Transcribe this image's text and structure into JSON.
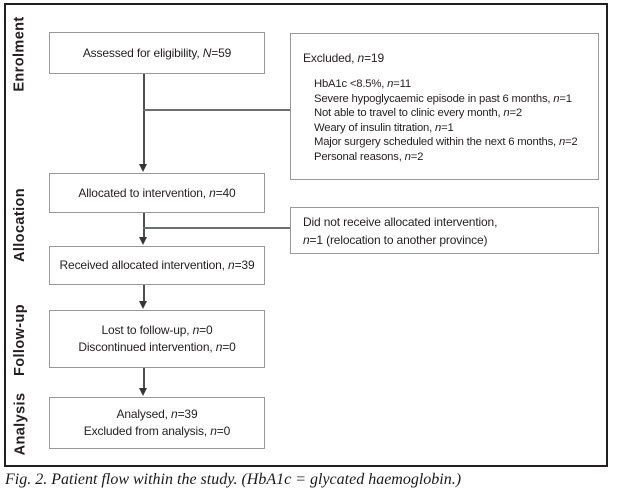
{
  "caption": "Fig. 2. Patient flow within the study. (HbA1c = glycated haemoglobin.)",
  "stages": {
    "enrolment": "Enrolment",
    "allocation": "Allocation",
    "followup": "Follow-up",
    "analysis": "Analysis"
  },
  "boxes": {
    "assessed": {
      "pre": "Assessed for eligibility, ",
      "var": "N",
      "post": "=59"
    },
    "excluded": {
      "title": {
        "pre": "Excluded, ",
        "var": "n",
        "post": "=19"
      },
      "reasons": [
        {
          "pre": "HbA1c <8.5%, ",
          "var": "n",
          "post": "=11"
        },
        {
          "pre": "Severe hypoglycaemic episode in past 6 months, ",
          "var": "n",
          "post": "=1"
        },
        {
          "pre": "Not able to travel to clinic every month, ",
          "var": "n",
          "post": "=2"
        },
        {
          "pre": "Weary of insulin titration, ",
          "var": "n",
          "post": "=1"
        },
        {
          "pre": "Major surgery scheduled within the next 6 months, ",
          "var": "n",
          "post": "=2"
        },
        {
          "pre": "Personal reasons, ",
          "var": "n",
          "post": "=2"
        }
      ]
    },
    "allocated": {
      "pre": "Allocated to intervention, ",
      "var": "n",
      "post": "=40"
    },
    "not_received": {
      "line1": {
        "pre": "Did not receive allocated intervention,",
        "var": "",
        "post": ""
      },
      "line2": {
        "pre": "",
        "var": "n",
        "post": "=1 (relocation to another province)"
      }
    },
    "received": {
      "pre": "Received allocated intervention, ",
      "var": "n",
      "post": "=39"
    },
    "followup": {
      "line1": {
        "pre": "Lost to follow-up, ",
        "var": "n",
        "post": "=0"
      },
      "line2": {
        "pre": "Discontinued intervention, ",
        "var": "n",
        "post": "=0"
      }
    },
    "analysis": {
      "line1": {
        "pre": "Analysed, ",
        "var": "n",
        "post": "=39"
      },
      "line2": {
        "pre": "Excluded from analysis, ",
        "var": "n",
        "post": "=0"
      }
    }
  },
  "colors": {
    "text": "#231f20",
    "box_border": "#97999b",
    "outer_border": "#231f20",
    "connector_line": "#4d4e50"
  }
}
